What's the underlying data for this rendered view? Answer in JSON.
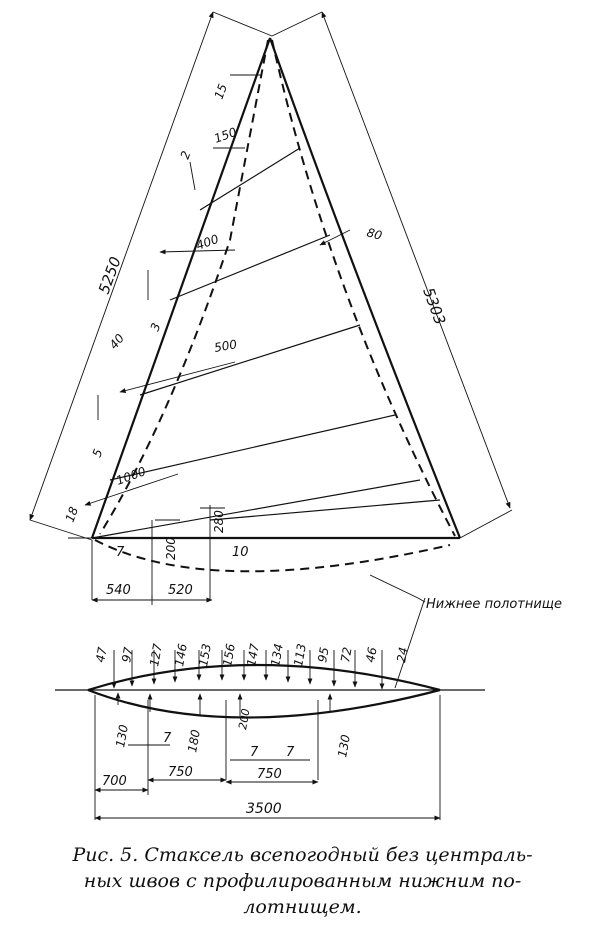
{
  "sail": {
    "dims": {
      "luff": "5250",
      "leech": "5303",
      "head": "15",
      "d2": "2",
      "d150": "150",
      "d400": "400",
      "d3": "3",
      "d40": "40",
      "d500": "500",
      "d5": "5",
      "d1000": "1000",
      "d18": "18",
      "d80": "80",
      "d280": "280",
      "d200": "200",
      "d7": "7",
      "d10": "10",
      "d540": "540",
      "d520": "520"
    },
    "label_bottom_panel": "Нижнее полотнище"
  },
  "panel": {
    "top_values": [
      "47",
      "97",
      "127",
      "146",
      "153",
      "156",
      "147",
      "134",
      "113",
      "95",
      "72",
      "46",
      "24"
    ],
    "bottom_values": [
      "130",
      "180",
      "200",
      "130"
    ],
    "offsets": [
      "7",
      "7",
      "7"
    ],
    "spacing": [
      "700",
      "750",
      "750"
    ],
    "total": "3500"
  },
  "caption": {
    "line1": "Рис. 5. Стаксель всепогодный без централь-",
    "line2": "ных швов с профилированным нижним по-",
    "line3": "лотнищем."
  }
}
